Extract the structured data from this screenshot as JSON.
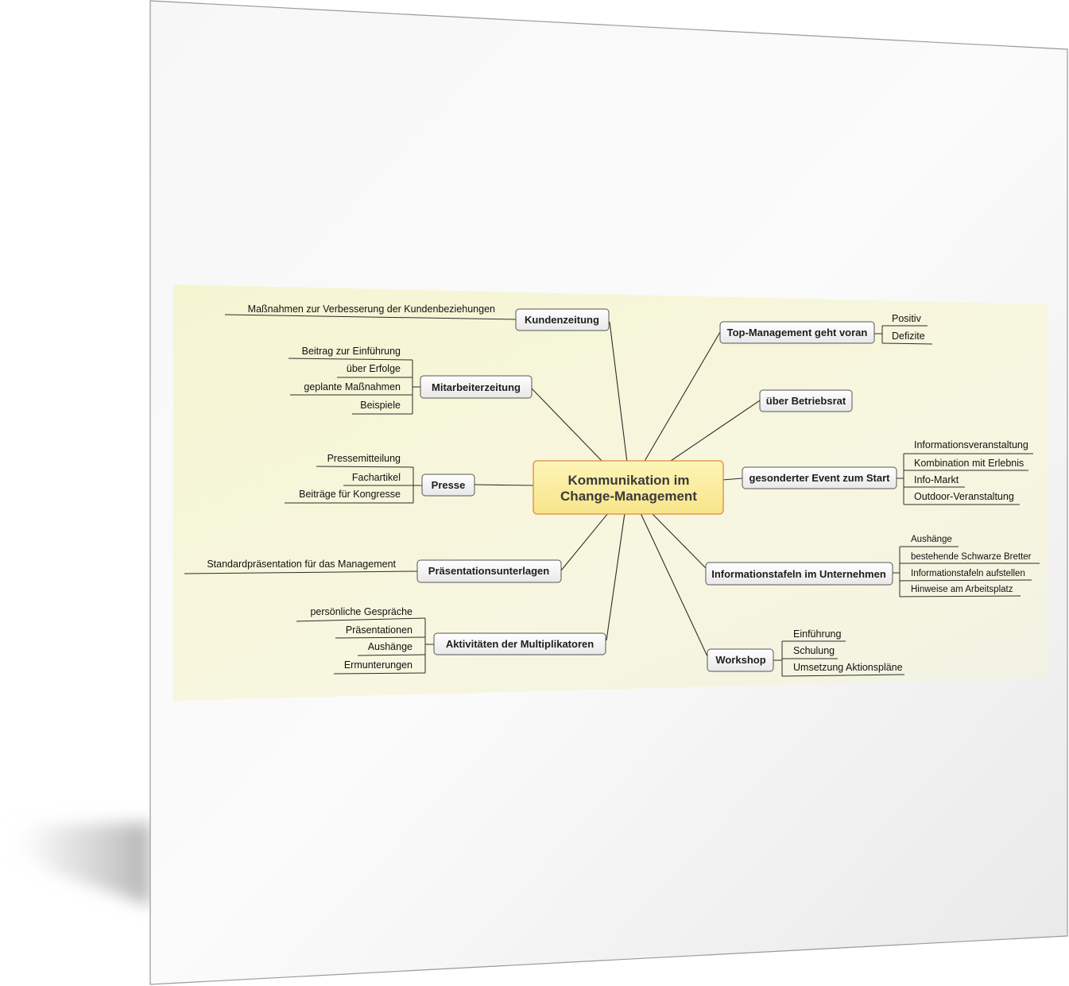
{
  "mindmap": {
    "center": {
      "line1": "Kommunikation im",
      "line2": "Change-Management"
    },
    "branches": {
      "kundenzeitung": {
        "label": "Kundenzeitung",
        "items": [
          "Maßnahmen zur Verbesserung der Kundenbeziehungen"
        ]
      },
      "mitarbeiterzeitung": {
        "label": "Mitarbeiterzeitung",
        "items": [
          "Beitrag zur Einführung",
          "über Erfolge",
          "geplante Maßnahmen",
          "Beispiele"
        ]
      },
      "presse": {
        "label": "Presse",
        "items": [
          "Pressemitteilung",
          "Fachartikel",
          "Beiträge für Kongresse"
        ]
      },
      "praesentation": {
        "label": "Präsentationsunterlagen",
        "items": [
          "Standardpräsentation für das Management"
        ]
      },
      "multiplikatoren": {
        "label": "Aktivitäten der Multiplikatoren",
        "items": [
          "persönliche Gespräche",
          "Präsentationen",
          "Aushänge",
          "Ermunterungen"
        ]
      },
      "topmanagement": {
        "label": "Top-Management geht voran",
        "items": [
          "Positiv",
          "Defizite"
        ]
      },
      "betriebsrat": {
        "label": "über Betriebsrat",
        "items": []
      },
      "event": {
        "label": "gesonderter Event zum Start",
        "items": [
          "Informationsveranstaltung",
          "Kombination mit Erlebnis",
          "Info-Markt",
          "Outdoor-Veranstaltung"
        ]
      },
      "infotafeln": {
        "label": "Informationstafeln im Unternehmen",
        "items": [
          "Aushänge",
          "bestehende Schwarze Bretter",
          "Informationstafeln aufstellen",
          "Hinweise am Arbeitsplatz"
        ]
      },
      "workshop": {
        "label": "Workshop",
        "items": [
          "Einführung",
          "Schulung",
          "Umsetzung Aktionspläne"
        ]
      }
    }
  },
  "colors": {
    "page": "#f2f2f2",
    "map_background": "#f8f7d8",
    "center_fill": "#fbf0a4",
    "center_border": "#e08a3c",
    "node_fill": "#f5f5f5",
    "node_border": "#555555"
  }
}
